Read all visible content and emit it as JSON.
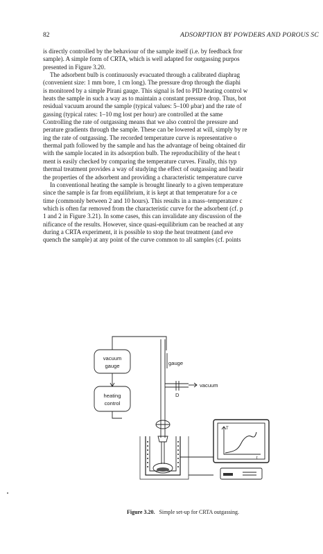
{
  "header": {
    "page_number": "82",
    "running_title": "ADSORPTION BY POWDERS AND POROUS SC"
  },
  "body_lines": [
    {
      "text": "is directly controlled by the behaviour of the sample itself (i.e. by feedback fror",
      "indent": false
    },
    {
      "text": "sample). A simple form of CRTA, which is well adapted for outgassing purpos",
      "indent": false
    },
    {
      "text": "presented in Figure 3.20.",
      "indent": false
    },
    {
      "text": "The adsorbent bulb is continuously evacuated through a calibrated diaphrag",
      "indent": true
    },
    {
      "text": "(convenient size: 1 mm bore, 1 cm long). The pressure drop through the diaphi",
      "indent": false
    },
    {
      "text": "is monitored by a simple Pirani gauge. This signal is fed to PID heating control w",
      "indent": false
    },
    {
      "text": "heats the sample in such a way as to maintain a constant pressure drop. Thus, bot",
      "indent": false
    },
    {
      "text": "residual vacuum around the sample (typical values: 5–100 μbar) and the rate of",
      "indent": false
    },
    {
      "text": "gassing (typical rates: 1–10 mg lost per hour) are controlled at the same",
      "indent": false
    },
    {
      "text": "Controlling the rate of outgassing means that we also control the pressure and",
      "indent": false
    },
    {
      "text": "perature gradients through the sample. These can be lowered at will, simply by re",
      "indent": false
    },
    {
      "text": "ing the rate of outgassing. The recorded temperature curve is representative o",
      "indent": false
    },
    {
      "text": "thermal path followed by the sample and has the advantage of being obtained dir",
      "indent": false
    },
    {
      "text": "with the sample located in its adsorption bulb. The reproducibility of the heat t",
      "indent": false
    },
    {
      "text": "ment is easily checked by comparing the temperature curves. Finally, this typ",
      "indent": false
    },
    {
      "text": "thermal treatment provides a way of studying the effect of outgassing and heatir",
      "indent": false
    },
    {
      "text": "the properties of the adsorbent and providing a characteristic temperature curve",
      "indent": false
    },
    {
      "text": "In conventional heating the sample is brought linearly to a given temperature",
      "indent": true
    },
    {
      "text": "since the sample is far from equilibrium, it is kept at that temperature for a ce",
      "indent": false
    },
    {
      "text": "time (commonly between 2 and 10 hours). This results in a mass–temperature c",
      "indent": false
    },
    {
      "text": "which is often far removed from the characteristic curve for the adsorbent (cf. p",
      "indent": false
    },
    {
      "text": "1 and 2 in Figure 3.21). In some cases, this can invalidate any discussion of the",
      "indent": false
    },
    {
      "text": "nificance of the results. However, since quasi-equilibrium can be reached at any",
      "indent": false
    },
    {
      "text": "during a CRTA experiment, it is possible to stop the heat treatment (and eve",
      "indent": false
    },
    {
      "text": "quench the sample) at any point of the curve common to all samples (cf. points",
      "indent": false
    }
  ],
  "figure": {
    "labels": {
      "vacuum_gauge_line1": "vacuum",
      "vacuum_gauge_line2": "gauge",
      "heating_control_line1": "heating",
      "heating_control_line2": "control",
      "gauge": "gauge",
      "vacuum": "vacuum",
      "diaphragm": "D",
      "axis_t": "T",
      "axis_t_small": "t"
    },
    "caption_number": "Figure 3.20.",
    "caption_text": "Simple set-up for CRTA outgassing."
  }
}
